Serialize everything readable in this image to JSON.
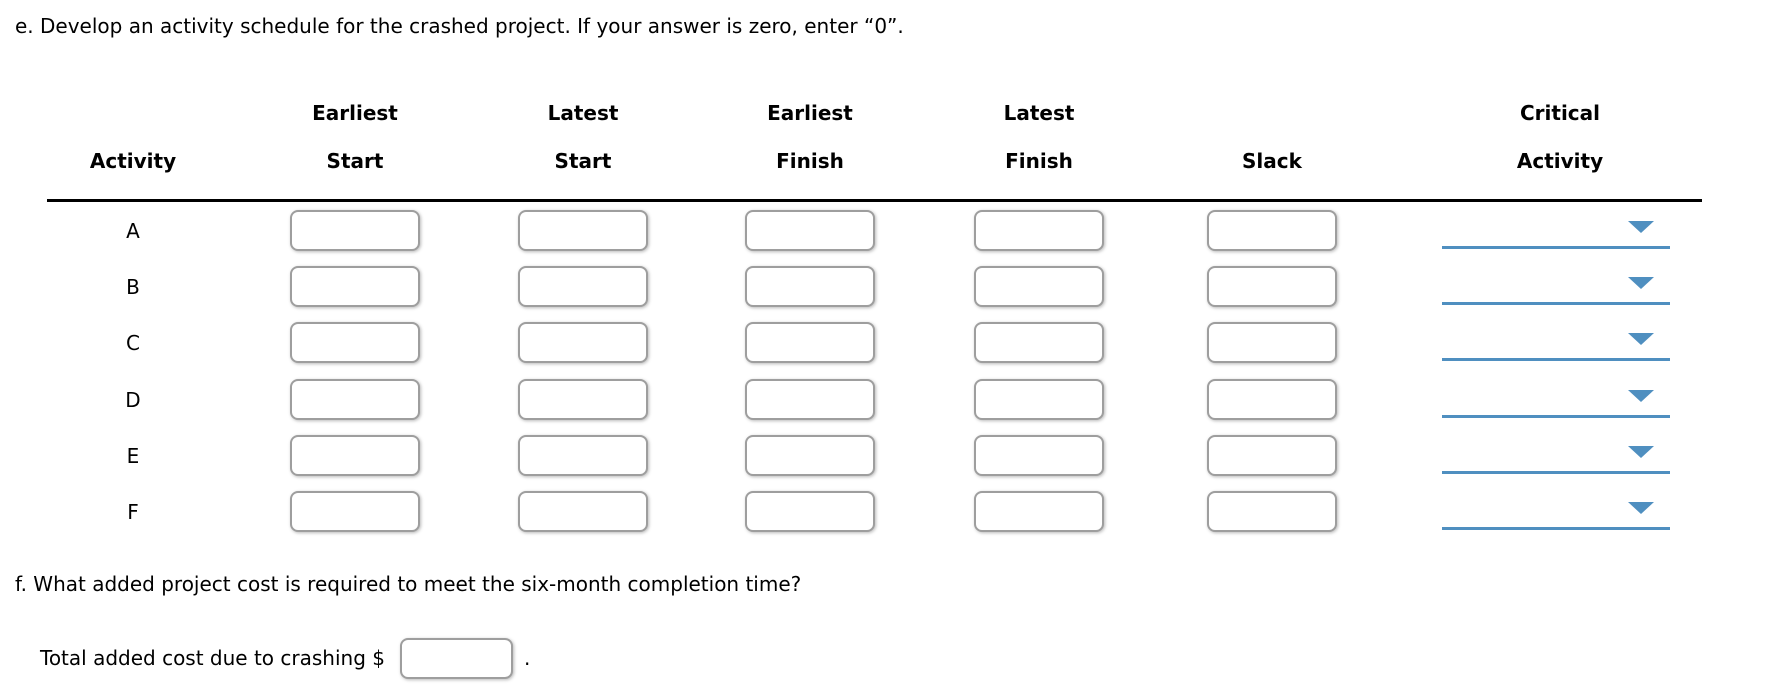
{
  "question_e": "e. Develop an activity schedule for the crashed project. If your answer is zero, enter “0”.",
  "question_f": "f. What added project cost is required to meet the six-month completion time?",
  "table": {
    "columns": [
      {
        "line1": "",
        "line2": "Activity"
      },
      {
        "line1": "Earliest",
        "line2": "Start"
      },
      {
        "line1": "Latest",
        "line2": "Start"
      },
      {
        "line1": "Earliest",
        "line2": "Finish"
      },
      {
        "line1": "Latest",
        "line2": "Finish"
      },
      {
        "line1": "",
        "line2": "Slack"
      },
      {
        "line1": "Critical",
        "line2": "Activity"
      }
    ],
    "rows": [
      {
        "label": "A",
        "earliest_start": "",
        "latest_start": "",
        "earliest_finish": "",
        "latest_finish": "",
        "slack": "",
        "critical_activity": ""
      },
      {
        "label": "B",
        "earliest_start": "",
        "latest_start": "",
        "earliest_finish": "",
        "latest_finish": "",
        "slack": "",
        "critical_activity": ""
      },
      {
        "label": "C",
        "earliest_start": "",
        "latest_start": "",
        "earliest_finish": "",
        "latest_finish": "",
        "slack": "",
        "critical_activity": ""
      },
      {
        "label": "D",
        "earliest_start": "",
        "latest_start": "",
        "earliest_finish": "",
        "latest_finish": "",
        "slack": "",
        "critical_activity": ""
      },
      {
        "label": "E",
        "earliest_start": "",
        "latest_start": "",
        "earliest_finish": "",
        "latest_finish": "",
        "slack": "",
        "critical_activity": ""
      },
      {
        "label": "F",
        "earliest_start": "",
        "latest_start": "",
        "earliest_finish": "",
        "latest_finish": "",
        "slack": "",
        "critical_activity": ""
      }
    ]
  },
  "total": {
    "label": "Total added cost due to crashing $",
    "value": "",
    "suffix": "."
  },
  "icons": {
    "critical_activity_dropdown_arrow": "filled-down-triangle"
  },
  "colors": {
    "dropdown_blue": "#4f8fc0",
    "input_border": "#9e9e9e",
    "header_rule": "#000000"
  }
}
